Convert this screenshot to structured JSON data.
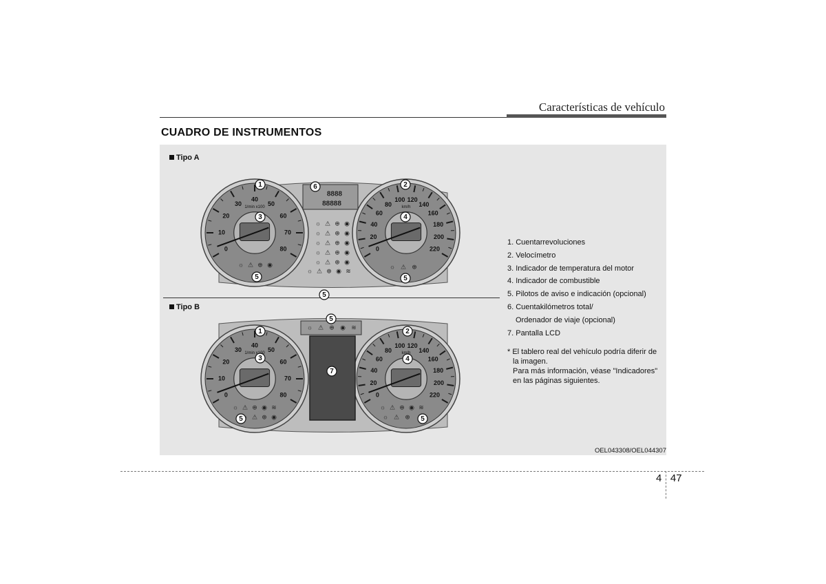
{
  "header": {
    "title": "Características de vehículo"
  },
  "section": {
    "title": "CUADRO DE INSTRUMENTOS"
  },
  "types": {
    "a": "Tipo A",
    "b": "Tipo B"
  },
  "gauges": {
    "tach_scale": [
      "0",
      "10",
      "20",
      "30",
      "40",
      "50",
      "60",
      "70",
      "80"
    ],
    "tach_unit": "1/min x100",
    "speed_scale": [
      "0",
      "20",
      "40",
      "60",
      "80",
      "100",
      "120",
      "140",
      "160",
      "180",
      "200",
      "220"
    ],
    "speed_unit": "km/h"
  },
  "callouts": [
    "1",
    "2",
    "3",
    "4",
    "5",
    "6",
    "7"
  ],
  "legend": {
    "items": [
      "1. Cuentarrevoluciones",
      "2. Velocímetro",
      "3. Indicador de temperatura del motor",
      "4. Indicador de combustible",
      "5. Pilotos de aviso e indicación (opcional)",
      "6. Cuentakilómetros total/",
      "Ordenador de viaje (opcional)",
      "7. Pantalla LCD"
    ]
  },
  "note": {
    "lines": [
      "* El tablero real del vehículo podría diferir de",
      "la imagen.",
      "Para más información, véase \"Indicadores\"",
      "en las páginas siguientes."
    ]
  },
  "image_code": "OEL043308/OEL044307",
  "page": {
    "chapter": "4",
    "number": "47"
  },
  "colors": {
    "panel_bg": "#e6e6e6",
    "gauge_face": "#888888",
    "lcd": "#4a4a4a"
  }
}
